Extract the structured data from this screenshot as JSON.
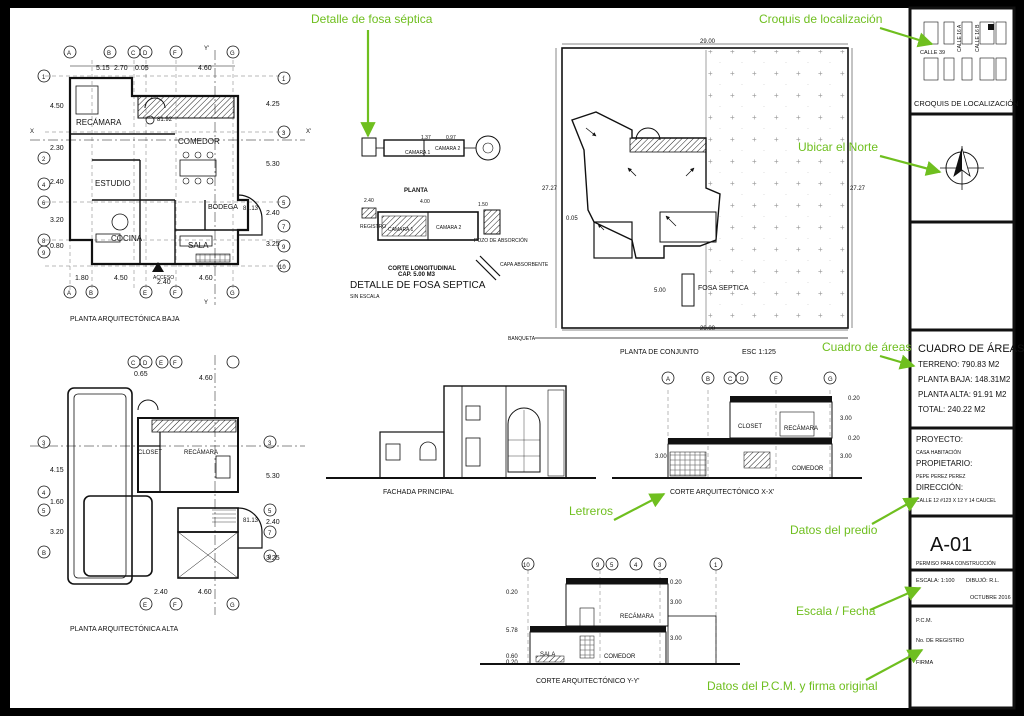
{
  "annotations": {
    "fosa": "Detalle de fosa séptica",
    "croquis": "Croquis de localización",
    "norte": "Ubicar el Norte",
    "areas": "Cuadro de áreas",
    "letreros": "Letreros",
    "predio": "Datos del predio",
    "escala_fecha": "Escala / Fecha",
    "pcm": "Datos del P.C.M. y firma original"
  },
  "planta_baja": {
    "title": "PLANTA ARQUITECTÓNICA BAJA",
    "rooms": {
      "recamara": "RECÁMARA",
      "comedor": "COMEDOR",
      "estudio": "ESTUDIO",
      "bodega": "BODEGA",
      "cocina": "COCINA",
      "sala": "SALA",
      "acceso": "ACCESO"
    },
    "axes_top": [
      "A",
      "B",
      "C",
      "D",
      "F",
      "G"
    ],
    "axes_bottom": [
      "A",
      "B",
      "E",
      "F",
      "G"
    ],
    "axes_left": [
      "1",
      "2",
      "4",
      "6",
      "8",
      "9"
    ],
    "axes_right": [
      "1",
      "3",
      "5",
      "7",
      "9",
      "10"
    ],
    "dims": {
      "a": "5.15",
      "b": "2.70",
      "c": "0.05",
      "d": "4.60",
      "e": "4.50",
      "f": "2.30",
      "g": "2.40",
      "h": "3.20",
      "i": "0.80",
      "j": "4.25",
      "k": "5.30",
      "l": "2.40",
      "m": "3.25",
      "n": "1.80",
      "o": "4.50",
      "p": "2.40",
      "q": "4.60",
      "r": "81.92",
      "s": "81.13"
    },
    "cut_x": "X",
    "cut_xp": "X'",
    "cut_y": "Y",
    "cut_yp": "Y'"
  },
  "planta_alta": {
    "title": "PLANTA ARQUITECTÓNICA ALTA",
    "rooms": {
      "closet": "CLOSET",
      "recamara": "RECÁMARA"
    },
    "axes_top": [
      "C",
      "D",
      "E",
      "F"
    ],
    "axes_bottom": [
      "E",
      "F",
      "G"
    ],
    "axes_left": [
      "3",
      "4",
      "5",
      "B"
    ],
    "axes_right": [
      "3",
      "5",
      "7",
      "9"
    ],
    "dims": {
      "a": "0.65",
      "b": "4.60",
      "c": "4.15",
      "d": "1.60",
      "e": "3.20",
      "f": "5.30",
      "g": "2.40",
      "h": "3.25",
      "i": "2.40",
      "j": "4.60",
      "k": "81.13"
    }
  },
  "fosa": {
    "title": "DETALLE DE FOSA SEPTICA",
    "scale": "SIN ESCALA",
    "planta": "PLANTA",
    "corte": "CORTE LONGITUDINAL",
    "cap": "CAP. 5.00 M3",
    "camara1": "CAMARA 1",
    "camara2": "CAMARA 2",
    "registro": "REGISTRO",
    "pozo": "POZO DE ABSORCIÓN",
    "capa": "CAPA ABSORBENTE",
    "dims": {
      "a": "1.37",
      "b": "0.97",
      "c": "2.40",
      "d": "4.00",
      "e": "1.50"
    }
  },
  "conjunto": {
    "title": "PLANTA DE CONJUNTO",
    "scale": "ESC 1:125",
    "fosa_label": "FOSA SEPTICA",
    "banqueta": "BANQUETA",
    "dim_top": "29.00",
    "dim_bottom": "29.00",
    "dim_left": "27.27",
    "dim_right": "27.27",
    "dim_small_a": "0.05",
    "dim_small_b": "5.00"
  },
  "fachada": {
    "title": "FACHADA PRINCIPAL"
  },
  "corte_x": {
    "title": "CORTE ARQUITECTÓNICO X-X'",
    "axes": [
      "A",
      "B",
      "C",
      "D",
      "F",
      "G"
    ],
    "rooms": {
      "closet": "CLOSET",
      "recamara": "RECÁMARA",
      "comedor": "COMEDOR"
    },
    "dims": {
      "a": "0.20",
      "b": "3.00",
      "c": "0.20",
      "d": "3.00",
      "e": "3.00"
    }
  },
  "corte_y": {
    "title": "CORTE ARQUITECTÓNICO Y-Y'",
    "axes": [
      "10",
      "9",
      "5",
      "4",
      "3",
      "1"
    ],
    "rooms": {
      "recamara": "RECÁMARA",
      "comedor": "COMEDOR",
      "sala": "SALA"
    },
    "dims": {
      "a": "0.20",
      "b": "3.00",
      "c": "5.78",
      "d": "3.00",
      "e": "0.60",
      "f": "0.20",
      "g": "0.20"
    }
  },
  "title_block": {
    "croquis_title": "CROQUIS DE LOCALIZACIÓN",
    "calle_39": "CALLE 39",
    "calle_16a": "CALLE 16 A",
    "calle_16b": "CALLE 16 B",
    "areas_title": "CUADRO DE ÁREAS",
    "terreno": "TERRENO: 790.83 M2",
    "planta_baja": "PLANTA BAJA: 148.31M2",
    "planta_alta": "PLANTA ALTA: 91.91 M2",
    "total": "TOTAL: 240.22 M2",
    "proyecto_lbl": "PROYECTO:",
    "proyecto": "CASA HABITACIÓN",
    "propietario_lbl": "PROPIETARIO:",
    "propietario": "PEPE PEREZ PEREZ",
    "direccion_lbl": "DIRECCIÓN:",
    "direccion": "CALLE 12 #123 X 12 Y 14 CAUCEL",
    "sheet": "A-01",
    "permiso": "PERMISO PARA CONSTRUCCIÓN",
    "escala": "ESCALA: 1:100",
    "dibujo": "DIBUJÓ: R.L.",
    "fecha": "OCTUBRE 2016",
    "pcm": "P.C.M.",
    "registro": "No. DE REGISTRO",
    "firma": "FIRMA"
  },
  "colors": {
    "annotation": "#6fbf1f",
    "line": "#111111",
    "paper": "#ffffff",
    "background": "#000000"
  }
}
